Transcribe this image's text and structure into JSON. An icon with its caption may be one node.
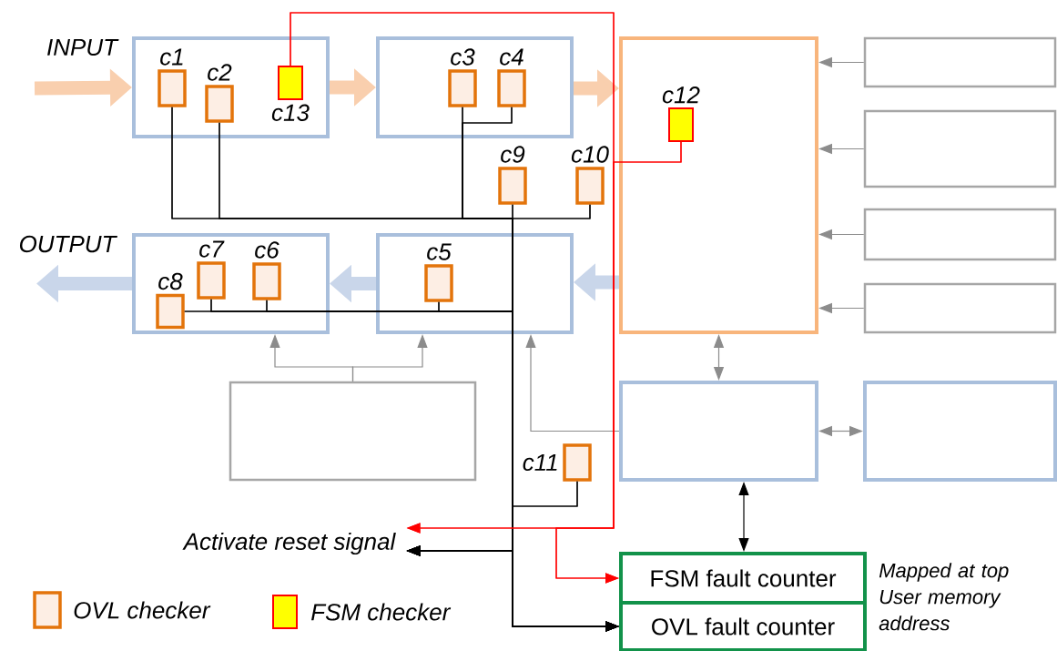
{
  "diagram": {
    "nodes": [
      {
        "text": [],
        "shape": "box"
      },
      {
        "text": [
          "c1"
        ],
        "in": 0
      },
      {
        "text": [
          "c2"
        ],
        "in": 0
      },
      {
        "text": [
          "c13"
        ],
        "in": 0
      },
      {
        "text": [],
        "shape": "box"
      },
      {
        "text": [
          "c3"
        ],
        "in": 4
      },
      {
        "text": [
          "c4"
        ],
        "in": 4
      },
      {
        "text": [],
        "shape": "box"
      },
      {
        "text": [
          "c12"
        ],
        "in": 7
      },
      {
        "text": [],
        "shape": "box"
      },
      {
        "text": [],
        "shape": "box"
      },
      {
        "text": [],
        "shape": "box"
      },
      {
        "text": [],
        "shape": "box"
      },
      {
        "text": [
          "c9"
        ]
      },
      {
        "text": [
          "c10"
        ]
      },
      {
        "text": [],
        "shape": "box"
      },
      {
        "text": [
          "c8"
        ],
        "in": 15
      },
      {
        "text": [
          "c7"
        ],
        "in": 15
      },
      {
        "text": [
          "c6"
        ],
        "in": 15
      },
      {
        "text": [],
        "shape": "box"
      },
      {
        "text": [
          "c5"
        ],
        "in": 19
      },
      {
        "text": [],
        "shape": "box"
      },
      {
        "text": [],
        "shape": "box"
      },
      {
        "text": [],
        "shape": "box"
      },
      {
        "text": [
          "c11"
        ]
      },
      {
        "text": [
          "FSM fault counter"
        ]
      },
      {
        "text": [
          "OVL fault counter"
        ]
      },
      {
        "text": [
          "Activate reset signal"
        ]
      }
    ],
    "edges": [
      {
        "from": null,
        "to": 0,
        "arrow": "to",
        "label": "INPUT",
        "style": "thick",
        "color": "#f9cfae"
      },
      {
        "from": 0,
        "to": 4,
        "arrow": "to",
        "style": "thick",
        "color": "#f9cfae"
      },
      {
        "from": 4,
        "to": 7,
        "arrow": "to",
        "style": "thick",
        "color": "#f9cfae"
      },
      {
        "from": 7,
        "to": 19,
        "arrow": "to",
        "style": "thick",
        "color": "#c9d6ea"
      },
      {
        "from": 19,
        "to": 15,
        "arrow": "to",
        "style": "thick",
        "color": "#c9d6ea"
      },
      {
        "from": 15,
        "to": null,
        "arrow": "to",
        "label": "OUTPUT",
        "style": "thick",
        "color": "#c9d6ea"
      },
      {
        "from": 9,
        "to": 7,
        "arrow": "to",
        "color": "#8c8c8c"
      },
      {
        "from": 10,
        "to": 7,
        "arrow": "to",
        "color": "#8c8c8c"
      },
      {
        "from": 11,
        "to": 7,
        "arrow": "to",
        "color": "#8c8c8c"
      },
      {
        "from": 12,
        "to": 7,
        "arrow": "to",
        "color": "#8c8c8c"
      },
      {
        "from": 22,
        "to": 7,
        "arrow": "both",
        "color": "#8c8c8c"
      },
      {
        "from": 22,
        "to": 23,
        "arrow": "both",
        "color": "#8c8c8c"
      },
      {
        "from": 22,
        "to": 19,
        "arrow": "to",
        "color": "#8c8c8c"
      },
      {
        "from": 21,
        "to": 15,
        "arrow": "to",
        "color": "#8c8c8c"
      },
      {
        "from": 21,
        "to": 19,
        "arrow": "to",
        "color": "#8c8c8c"
      },
      {
        "from": 22,
        "to": 25,
        "arrow": "both"
      },
      {
        "from": 1,
        "to": 27,
        "arrow": "to"
      },
      {
        "from": 2,
        "to": 27,
        "arrow": "to"
      },
      {
        "from": 5,
        "to": 27,
        "arrow": "to"
      },
      {
        "from": 6,
        "to": 27,
        "arrow": "to"
      },
      {
        "from": 13,
        "to": 27,
        "arrow": "to"
      },
      {
        "from": 14,
        "to": 27,
        "arrow": "to"
      },
      {
        "from": 16,
        "to": 27,
        "arrow": "to"
      },
      {
        "from": 17,
        "to": 27,
        "arrow": "to"
      },
      {
        "from": 18,
        "to": 27,
        "arrow": "to"
      },
      {
        "from": 20,
        "to": 27,
        "arrow": "to"
      },
      {
        "from": 24,
        "to": 27,
        "arrow": "to"
      },
      {
        "from": 1,
        "to": 26,
        "arrow": "to"
      },
      {
        "from": 2,
        "to": 26,
        "arrow": "to"
      },
      {
        "from": 5,
        "to": 26,
        "arrow": "to"
      },
      {
        "from": 6,
        "to": 26,
        "arrow": "to"
      },
      {
        "from": 13,
        "to": 26,
        "arrow": "to"
      },
      {
        "from": 14,
        "to": 26,
        "arrow": "to"
      },
      {
        "from": 16,
        "to": 26,
        "arrow": "to"
      },
      {
        "from": 17,
        "to": 26,
        "arrow": "to"
      },
      {
        "from": 18,
        "to": 26,
        "arrow": "to"
      },
      {
        "from": 20,
        "to": 26,
        "arrow": "to"
      },
      {
        "from": 24,
        "to": 26,
        "arrow": "to"
      },
      {
        "from": 3,
        "to": 27,
        "arrow": "to",
        "color": "#ff0000"
      },
      {
        "from": 3,
        "to": 25,
        "arrow": "to",
        "color": "#ff0000"
      },
      {
        "from": 8,
        "to": 27,
        "arrow": "to",
        "color": "#ff0000"
      },
      {
        "from": 8,
        "to": 25,
        "arrow": "to",
        "color": "#ff0000"
      }
    ],
    "labels": [
      "Mapped at top User memory address"
    ],
    "legend": [
      {
        "text": "OVL checker"
      },
      {
        "text": "FSM checker"
      }
    ]
  }
}
